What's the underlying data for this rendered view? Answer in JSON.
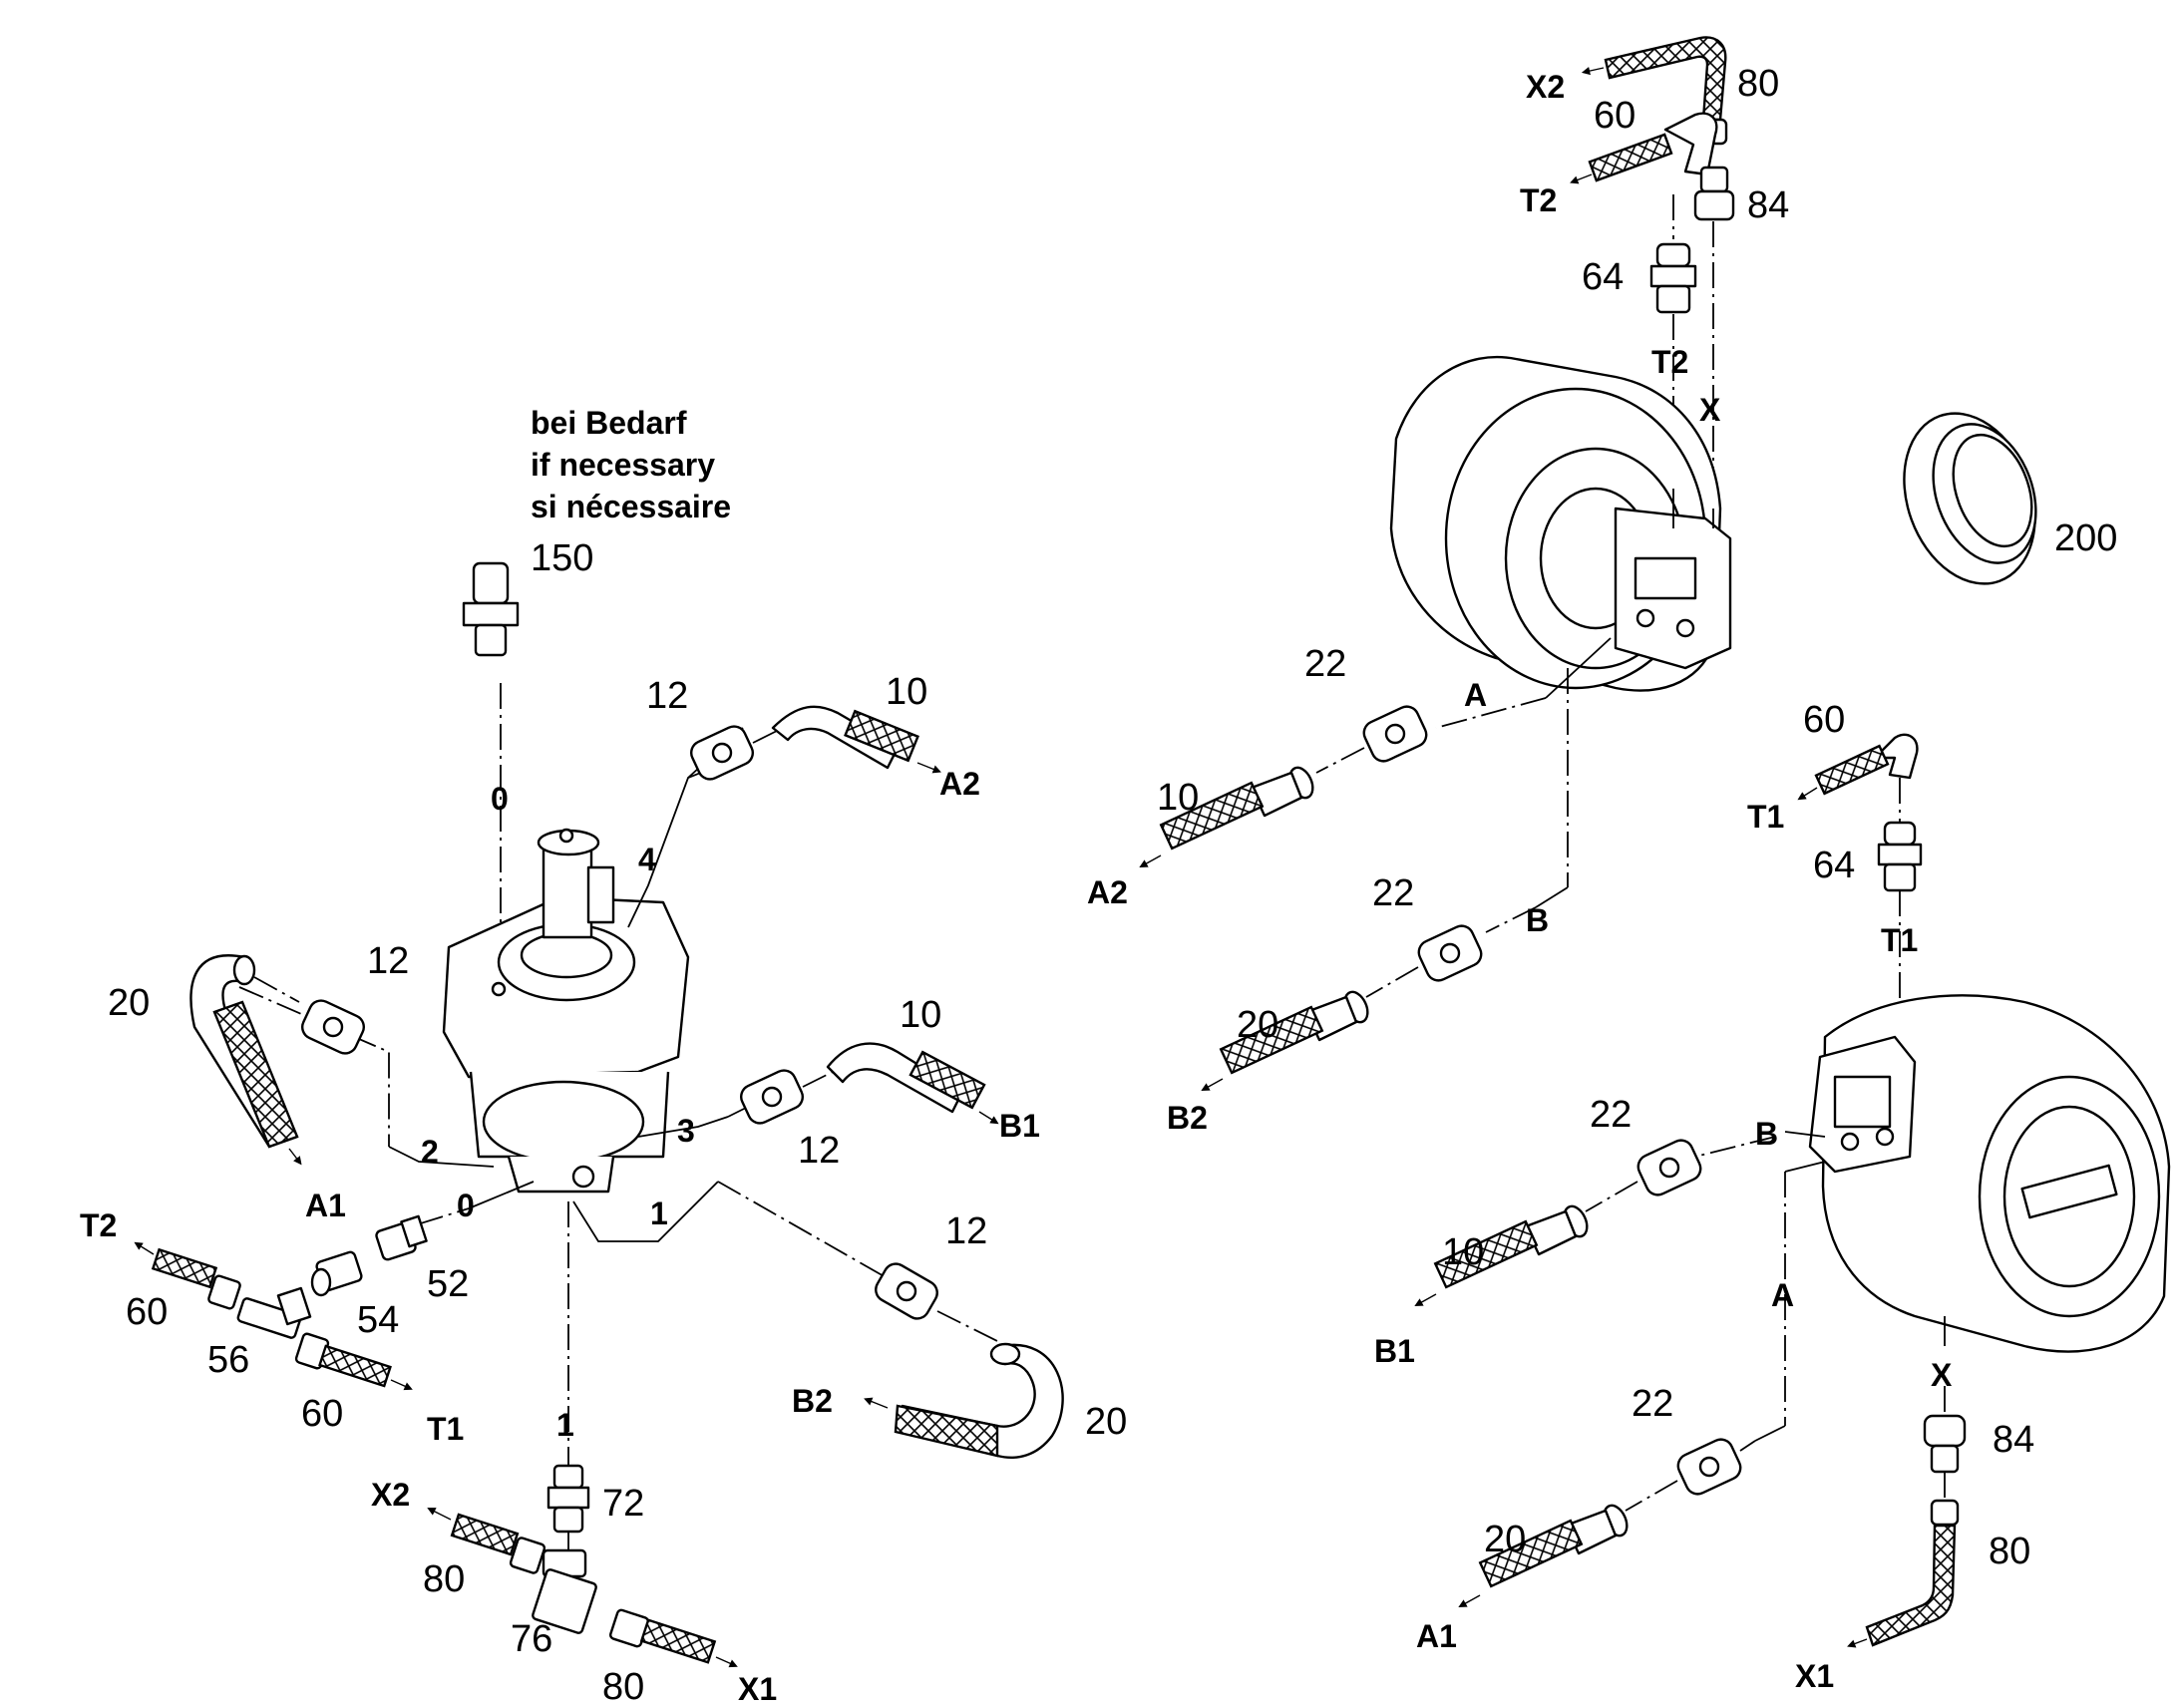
{
  "note": {
    "line1": "bei Bedarf",
    "line2": "if necessary",
    "line3": "si nécessaire"
  },
  "left": {
    "n150": "150",
    "n0_top": "0",
    "n12_top": "12",
    "n10_top": "10",
    "p_A2": "A2",
    "n4": "4",
    "n12_left": "12",
    "n20_left": "20",
    "n2": "2",
    "p_A1": "A1",
    "n10_right": "10",
    "p_B1": "B1",
    "n3": "3",
    "n12_right": "12",
    "n0_bottom": "0",
    "n1_side": "1",
    "n12_lower": "12",
    "p_B2": "B2",
    "n20_lower": "20",
    "p_T2": "T2",
    "n60_a": "60",
    "n56": "56",
    "n54": "54",
    "n52": "52",
    "n60_b": "60",
    "p_T1": "T1",
    "n1_down": "1",
    "n72": "72",
    "p_X2": "X2",
    "n80_a": "80",
    "n76": "76",
    "n80_b": "80",
    "p_X1": "X1"
  },
  "upper": {
    "p_X2": "X2",
    "n80": "80",
    "n60": "60",
    "p_T2": "T2",
    "n84": "84",
    "n64": "64",
    "p_T2_port": "T2",
    "p_X_port": "X",
    "n200": "200",
    "n22_a": "22",
    "p_A": "A",
    "n10": "10",
    "p_A2": "A2",
    "n22_b": "22",
    "p_B": "B",
    "n20": "20",
    "p_B2": "B2"
  },
  "lower": {
    "n60": "60",
    "p_T1": "T1",
    "n64": "64",
    "p_T1_port": "T1",
    "n22_a": "22",
    "p_B": "B",
    "n10": "10",
    "p_B1": "B1",
    "p_A": "A",
    "p_X": "X",
    "n84": "84",
    "n22_b": "22",
    "n20": "20",
    "p_A1": "A1",
    "n80": "80",
    "p_X1": "X1"
  }
}
